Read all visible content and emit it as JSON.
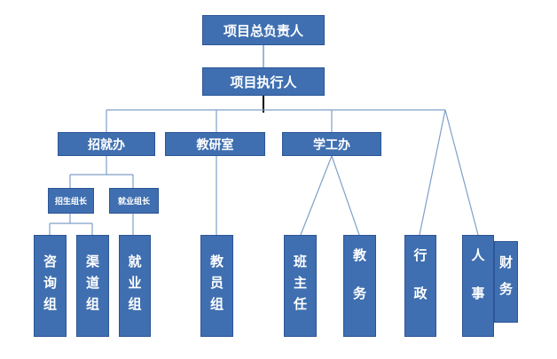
{
  "nodes": {
    "root": "项目总负责人",
    "executor": "项目执行人",
    "zhaojiu": "招就办",
    "jiaoyan": "教研室",
    "xuegong": "学工办",
    "zhaosheng_leader": "招生组长",
    "jiuye_leader": "就业组长",
    "zixun": "咨询组",
    "qudao": "渠道组",
    "jiuye": "就业组",
    "jiaoyuan": "教员组",
    "banzhuren": "班主任",
    "jiaowu": "教务",
    "xingzheng": "行政",
    "renshi": "人事",
    "caiwu": "财务"
  },
  "colors": {
    "box_fill": "#3f6fb0",
    "box_border": "#2c5597",
    "connector": "#7f9fc8",
    "text": "#ffffff"
  }
}
